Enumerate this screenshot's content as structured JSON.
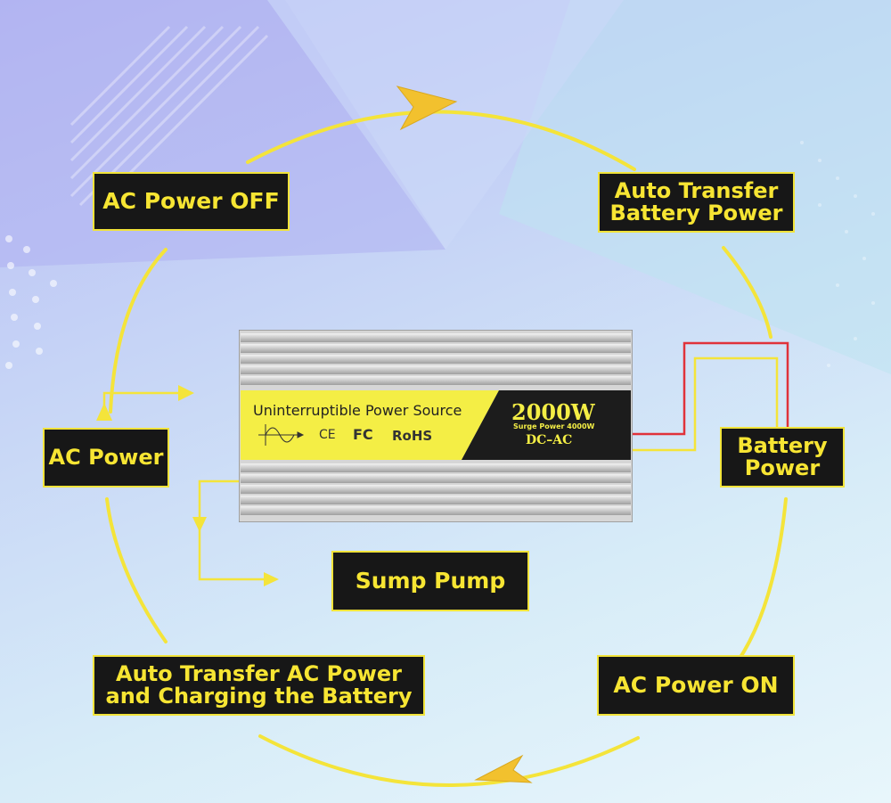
{
  "labels": {
    "ac_power_off": "AC Power OFF",
    "auto_transfer_battery": "Auto Transfer\nBattery Power",
    "ac_power": "AC Power",
    "battery_power": "Battery\nPower",
    "sump_pump": "Sump Pump",
    "auto_transfer_ac": "Auto Transfer AC Power\nand Charging the Battery",
    "ac_power_on": "AC Power ON"
  },
  "device": {
    "title": "Uninterruptible Power Source",
    "wattage": "2000W",
    "surge": "Surge Power 4000W",
    "type": "DC–AC",
    "ce": "CE",
    "fc": "FC",
    "rohs": "RoHS"
  },
  "colors": {
    "label_bg": "#171717",
    "label_text": "#f7e533",
    "cycle_line": "#f4e43a",
    "arrow": "#f2c12e",
    "panel_yellow": "#f4ee45",
    "red_wire": "#e0323a"
  }
}
